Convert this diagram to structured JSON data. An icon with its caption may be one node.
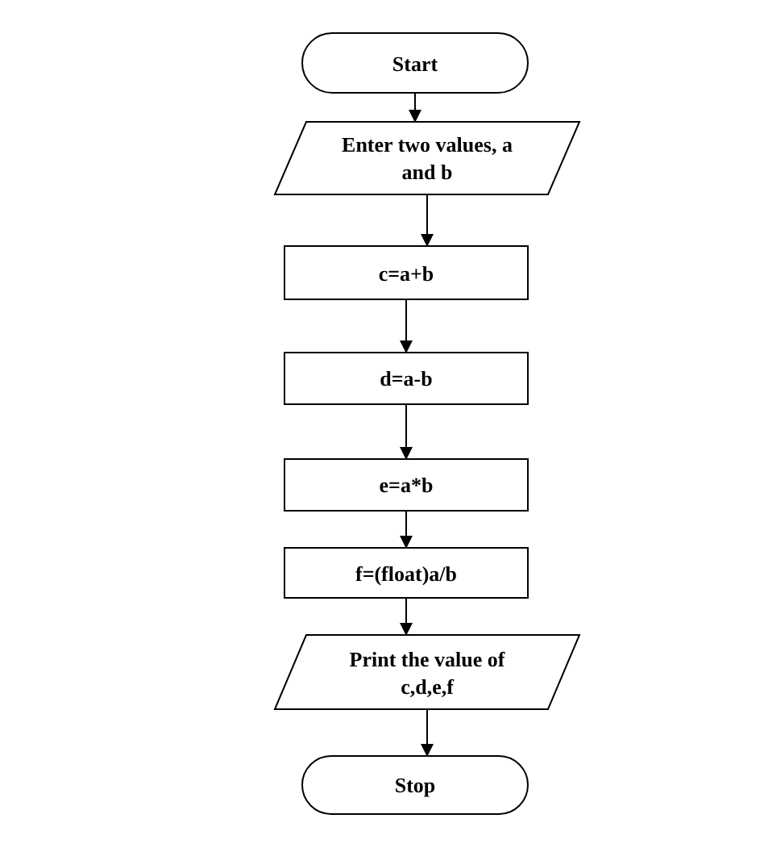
{
  "diagram": {
    "nodes": [
      {
        "text": [
          "Start"
        ]
      },
      {
        "text": [
          "Enter two values, a and b"
        ]
      },
      {
        "text": [
          "c=a+b"
        ]
      },
      {
        "text": [
          "d=a-b"
        ]
      },
      {
        "text": [
          "e=a*b"
        ]
      },
      {
        "text": [
          "f=(float)a/b"
        ]
      },
      {
        "text": [
          "Print the value of c,d,e,f"
        ]
      },
      {
        "text": [
          "Stop"
        ]
      }
    ],
    "edges": [
      {
        "from": 0,
        "to": 1,
        "arrow": "to"
      },
      {
        "from": 1,
        "to": 2,
        "arrow": "to"
      },
      {
        "from": 2,
        "to": 3,
        "arrow": "to"
      },
      {
        "from": 3,
        "to": 4,
        "arrow": "to"
      },
      {
        "from": 4,
        "to": 5,
        "arrow": "to"
      },
      {
        "from": 5,
        "to": 6,
        "arrow": "to"
      },
      {
        "from": 6,
        "to": 7,
        "arrow": "to"
      }
    ]
  }
}
